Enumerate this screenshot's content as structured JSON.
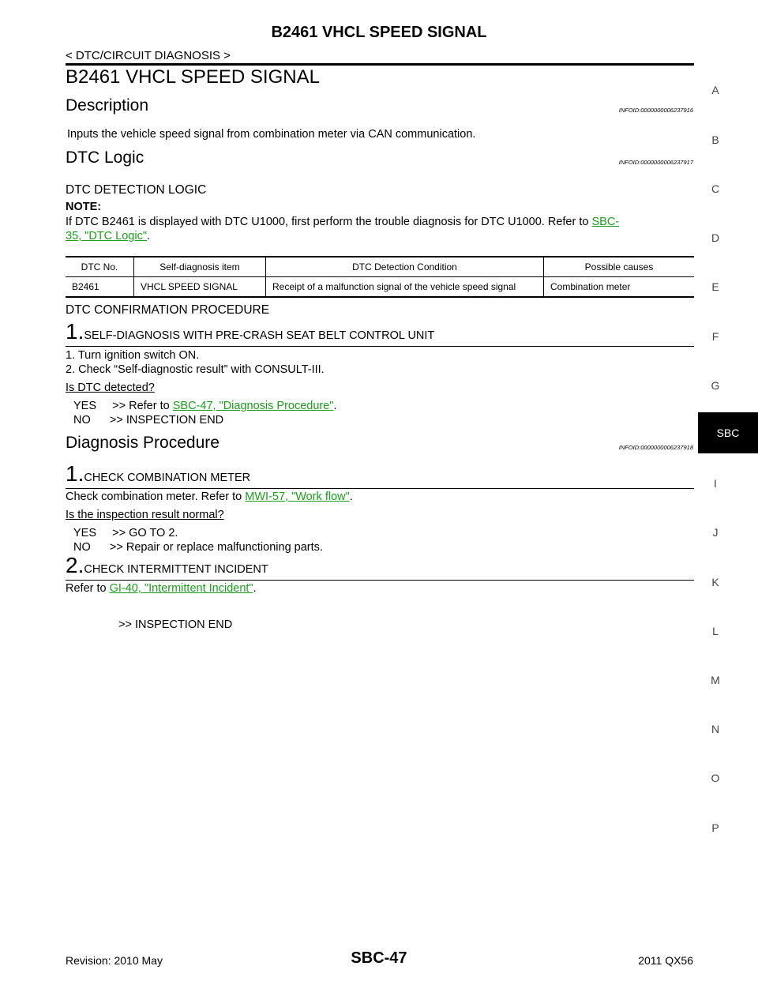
{
  "header": {
    "title": "B2461 VHCL SPEED SIGNAL",
    "breadcrumb": "< DTC/CIRCUIT DIAGNOSIS >"
  },
  "main": {
    "title": "B2461 VHCL SPEED SIGNAL",
    "description": {
      "heading": "Description",
      "infoid": "INFOID:0000000006237916",
      "text": "Inputs the vehicle speed signal from combination meter via CAN communication."
    },
    "dtc_logic": {
      "heading": "DTC Logic",
      "infoid": "INFOID:0000000006237917",
      "detection_logic_heading": "DTC DETECTION LOGIC",
      "note_label": "NOTE:",
      "note_text": "If DTC B2461 is displayed with DTC U1000, first perform the trouble diagnosis for DTC U1000. Refer to ",
      "note_link_1": "SBC-",
      "note_link_2": "35, \"DTC Logic\"",
      "note_end": ".",
      "table": {
        "headers": [
          "DTC No.",
          "Self-diagnosis item",
          "DTC Detection Condition",
          "Possible causes"
        ],
        "rows": [
          [
            "B2461",
            "VHCL SPEED SIGNAL",
            "Receipt of a malfunction signal of the vehicle speed signal",
            "Combination meter"
          ]
        ]
      },
      "confirmation_heading": "DTC CONFIRMATION PROCEDURE",
      "step1": {
        "num": "1.",
        "label": "SELF-DIAGNOSIS WITH PRE-CRASH SEAT BELT CONTROL UNIT",
        "items": [
          "1.  Turn ignition switch ON.",
          "2.  Check “Self-diagnostic result” with CONSULT-III."
        ],
        "question": "Is DTC detected?",
        "yes_prefix": "YES     >> Refer to ",
        "yes_link": "SBC-47, \"Diagnosis Procedure\"",
        "yes_end": ".",
        "no": "NO      >> INSPECTION END"
      }
    },
    "diagnosis": {
      "heading": "Diagnosis Procedure",
      "infoid": "INFOID:0000000006237918",
      "step1": {
        "num": "1.",
        "label": "CHECK COMBINATION METER",
        "text_prefix": "Check combination meter. Refer to ",
        "link": "MWI-57, \"Work flow\"",
        "text_end": ".",
        "question": "Is the inspection result normal?",
        "yes": "YES     >> GO TO 2.",
        "no": "NO      >> Repair or replace malfunctioning parts."
      },
      "step2": {
        "num": "2.",
        "label": "CHECK INTERMITTENT INCIDENT",
        "text_prefix": "Refer to ",
        "link": "GI-40, \"Intermittent Incident\"",
        "text_end": ".",
        "end": ">> INSPECTION END"
      }
    }
  },
  "side_index": {
    "letters": [
      "A",
      "B",
      "C",
      "D",
      "E",
      "F",
      "G",
      "I",
      "J",
      "K",
      "L",
      "M",
      "N",
      "O",
      "P"
    ],
    "active_tab": "SBC"
  },
  "footer": {
    "revision": "Revision: 2010 May",
    "page": "SBC-47",
    "model": "2011 QX56"
  },
  "colors": {
    "link": "#1aa01a",
    "tab_bg": "#000000"
  }
}
